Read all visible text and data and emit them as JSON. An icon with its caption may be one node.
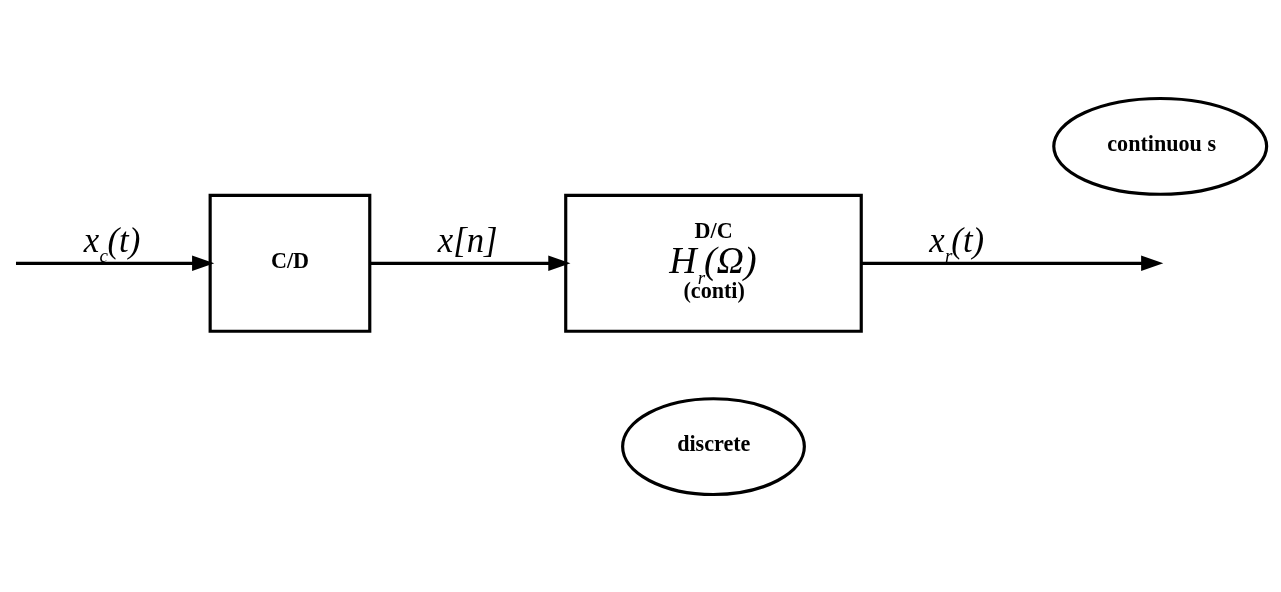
{
  "diagram": {
    "nodes": [
      {
        "text": [
          "C/D"
        ]
      },
      {
        "text": [
          "D/C",
          "H$_{r}$(Ω)",
          "(conti)"
        ]
      },
      {
        "text": [
          "discrete"
        ]
      },
      {
        "text": [
          "continuou s"
        ]
      }
    ],
    "edges": [
      {
        "from": null,
        "to": 0,
        "arrow": "to",
        "label": "x$_{c}$(t)"
      },
      {
        "from": 0,
        "to": 1,
        "arrow": "to",
        "label": "x[n]"
      },
      {
        "from": 1,
        "to": null,
        "arrow": "to",
        "label": "x$_{r}$(t)"
      }
    ]
  }
}
